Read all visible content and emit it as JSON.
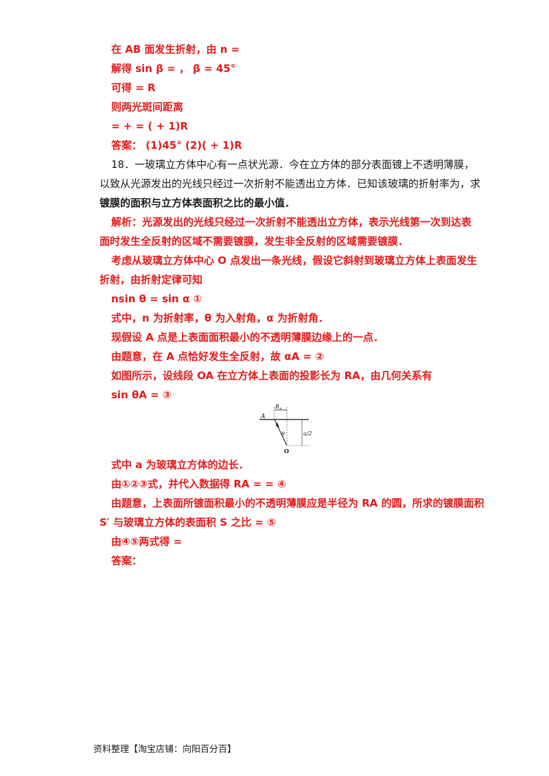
{
  "lines": [
    {
      "id": "l1",
      "text": "在 AB 面发生折射，由 n ="
    },
    {
      "id": "l2",
      "text": "解得 sin  β = ， β = 45°"
    },
    {
      "id": "l3",
      "text": "可得 = R"
    },
    {
      "id": "l4",
      "text": "则两光斑间距离"
    },
    {
      "id": "l5",
      "text": "  = + = ( + 1)R"
    },
    {
      "id": "l6",
      "text": "答案： (1)45°   (2)( + 1)R"
    },
    {
      "id": "l7a",
      "text": "18．一玻璃立方体中心有一点状光源．今在立方体的部分表面镀上不透明薄膜，"
    },
    {
      "id": "l7b",
      "text": "以致从光源发出的光线只经过一次折射不能透出立方体．已知该玻璃的折射率为，求"
    },
    {
      "id": "l7c",
      "text": "镀膜的面积与立方体表面积之比的最小值．"
    },
    {
      "id": "l8a",
      "text": "解析：光源发出的光线只经过一次折射不能透出立方体，表示光线第一次到达表"
    },
    {
      "id": "l8b",
      "text": "面时发生全反射的区域不需要镀膜，发生非全反射的区域需要镀膜．"
    },
    {
      "id": "l9a",
      "text": "考虑从玻璃立方体中心 O 点发出一条光线，假设它斜射到玻璃立方体上表面发生"
    },
    {
      "id": "l9b",
      "text": "折射，由折射定律可知"
    },
    {
      "id": "l10",
      "text": "nsin  θ = sin  α ①"
    },
    {
      "id": "l11",
      "text": "式中，n 为折射率，θ 为入射角，α 为折射角．"
    },
    {
      "id": "l12",
      "text": "现假设 A 点是上表面面积最小的不透明薄膜边缘上的一点．"
    },
    {
      "id": "l13",
      "text": "由题意，在 A 点恰好发生全反射，故 αA = ②"
    },
    {
      "id": "l14",
      "text": "如图所示，设线段 OA 在立方体上表面的投影长为 RA，由几何关系有"
    },
    {
      "id": "l15",
      "text": "sin  θA = ③"
    },
    {
      "id": "l16",
      "text": "式中 a 为玻璃立方体的边长．"
    },
    {
      "id": "l17",
      "text": "由①②③式，并代入数据得 RA = = ④"
    },
    {
      "id": "l18a",
      "text": "由题意，上表面所镀面积最小的不透明薄膜应是半径为 RA 的圆，所求的镀膜面积"
    },
    {
      "id": "l18b",
      "text": "S′ 与玻璃立方体的表面积 S 之比 = ⑤"
    },
    {
      "id": "l19",
      "text": "由④⑤两式得 ="
    },
    {
      "id": "l20",
      "text": "答案："
    }
  ],
  "diagram": {
    "label_R": "R",
    "label_R_sub": "A",
    "label_A": "A",
    "label_theta": "θ",
    "label_a2": "a/2",
    "label_O": "O"
  },
  "footer": "资料整理【淘宝店铺：向阳百分百】"
}
